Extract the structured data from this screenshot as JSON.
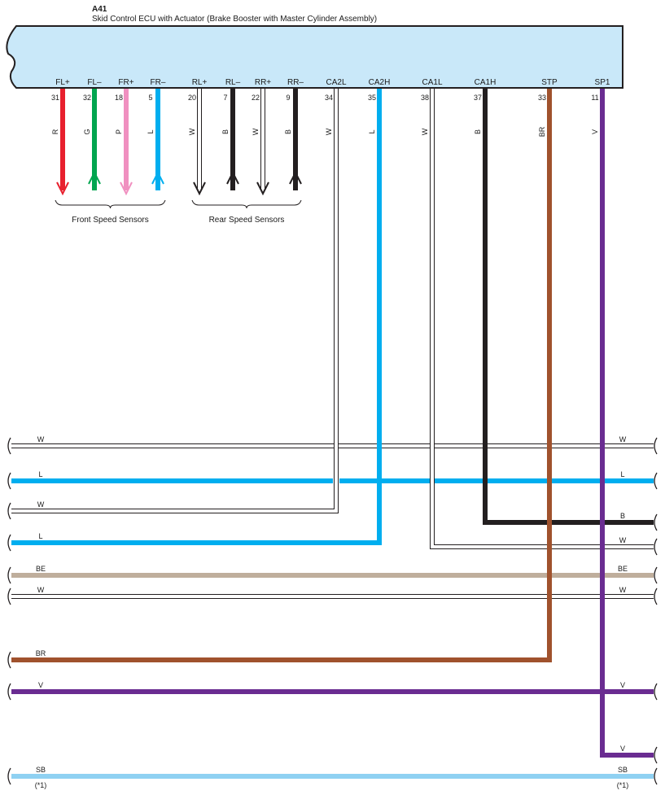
{
  "connector": {
    "code": "A41",
    "name": "Skid Control ECU with Actuator (Brake Booster with Master Cylinder Assembly)",
    "fill": "#c9e8f9"
  },
  "colors": {
    "R": "#e8202e",
    "G": "#00a54f",
    "P": "#f090c0",
    "L": "#00aeef",
    "W": "#ffffff",
    "B": "#231f20",
    "BR": "#a0522d",
    "V": "#6a2c91",
    "BE": "#bfae9c",
    "SB": "#8fd1f2",
    "outline": "#231f20"
  },
  "terminals": [
    {
      "name": "FL+",
      "pin": "31",
      "wire": "R"
    },
    {
      "name": "FL–",
      "pin": "32",
      "wire": "G"
    },
    {
      "name": "FR+",
      "pin": "18",
      "wire": "P"
    },
    {
      "name": "FR–",
      "pin": "5",
      "wire": "L"
    },
    {
      "name": "RL+",
      "pin": "20",
      "wire": "W"
    },
    {
      "name": "RL–",
      "pin": "7",
      "wire": "B"
    },
    {
      "name": "RR+",
      "pin": "22",
      "wire": "W"
    },
    {
      "name": "RR–",
      "pin": "9",
      "wire": "B"
    },
    {
      "name": "CA2L",
      "pin": "34",
      "wire": "W"
    },
    {
      "name": "CA2H",
      "pin": "35",
      "wire": "L"
    },
    {
      "name": "CA1L",
      "pin": "38",
      "wire": "W"
    },
    {
      "name": "CA1H",
      "pin": "37",
      "wire": "B"
    },
    {
      "name": "STP",
      "pin": "33",
      "wire": "BR"
    },
    {
      "name": "SP1",
      "pin": "11",
      "wire": "V"
    }
  ],
  "groups": [
    {
      "label": "Front Speed Sensors"
    },
    {
      "label": "Rear Speed Sensors"
    }
  ],
  "buses": [
    {
      "left": "W",
      "right": "W",
      "color": "W"
    },
    {
      "left": "L",
      "right": "L",
      "color": "L"
    },
    {
      "left": "W",
      "right": "",
      "color": "W"
    },
    {
      "left": "",
      "right": "B",
      "color": "B"
    },
    {
      "left": "L",
      "right": "",
      "color": "L"
    },
    {
      "left": "",
      "right": "W",
      "color": "W"
    },
    {
      "left": "BE",
      "right": "BE",
      "color": "BE"
    },
    {
      "left": "W",
      "right": "W",
      "color": "W"
    },
    {
      "left": "BR",
      "right": "",
      "color": "BR"
    },
    {
      "left": "V",
      "right": "V",
      "color": "V"
    },
    {
      "left": "",
      "right": "V",
      "color": "V"
    },
    {
      "left": "SB",
      "right": "SB",
      "color": "SB",
      "left_note": "(*1)",
      "right_note": "(*1)"
    }
  ]
}
